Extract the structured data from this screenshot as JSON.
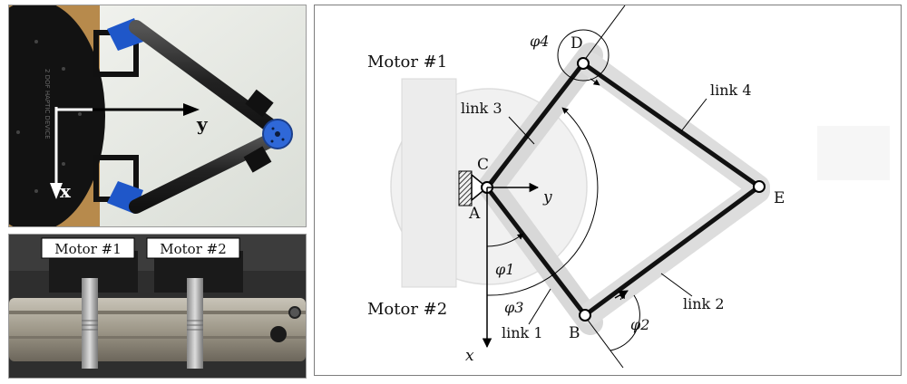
{
  "photo_top": {
    "axis_x": "x",
    "axis_y": "y"
  },
  "photo_bottom": {
    "motor1_label": "Motor #1",
    "motor2_label": "Motor #2"
  },
  "diagram": {
    "motor1_label": "Motor #1",
    "motor2_label": "Motor #2",
    "joint_A": "A",
    "joint_B": "B",
    "joint_C": "C",
    "joint_D": "D",
    "joint_E": "E",
    "link1": "link 1",
    "link2": "link 2",
    "link3": "link 3",
    "link4": "link 4",
    "phi1": "φ1",
    "phi2": "φ2",
    "phi3": "φ3",
    "phi4": "φ4",
    "axis_x": "x",
    "axis_y": "y"
  }
}
